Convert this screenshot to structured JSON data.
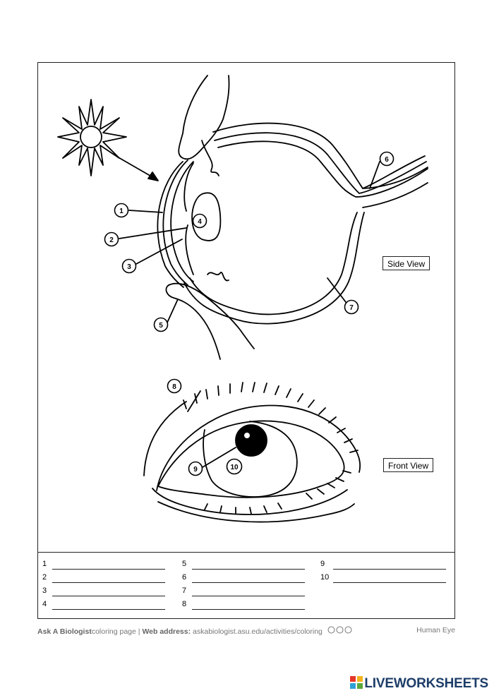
{
  "worksheet": {
    "side_view_label": "Side View",
    "front_view_label": "Front View",
    "callouts": [
      "1",
      "2",
      "3",
      "4",
      "5",
      "6",
      "7",
      "8",
      "9",
      "10"
    ]
  },
  "answers": {
    "col1": [
      "1",
      "2",
      "3",
      "4"
    ],
    "col2": [
      "5",
      "6",
      "7",
      "8"
    ],
    "col3": [
      "9",
      "10"
    ]
  },
  "footer": {
    "site_name": "Ask A Biologist",
    "page_type": "coloring page |",
    "web_label": "Web address:",
    "web_url": "askabiologist.asu.edu/activities/coloring",
    "license_icons": "cc by nc",
    "page_title": "Human Eye"
  },
  "brand": {
    "name": "LIVEWORKSHEETS"
  }
}
